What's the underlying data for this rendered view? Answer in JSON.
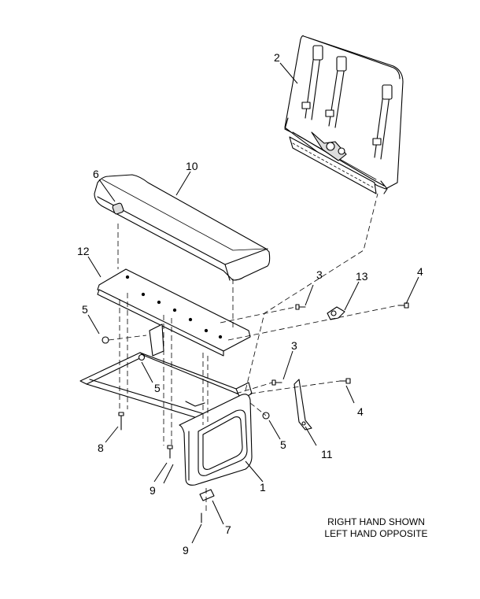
{
  "callouts": {
    "c1": "1",
    "c2": "2",
    "c3a": "3",
    "c3b": "3",
    "c4a": "4",
    "c4b": "4",
    "c5a": "5",
    "c5b": "5",
    "c5c": "5",
    "c6": "6",
    "c7": "7",
    "c8": "8",
    "c9a": "9",
    "c9b": "9",
    "c10": "10",
    "c11": "11",
    "c12": "12",
    "c13": "13"
  },
  "note": {
    "line1": "RIGHT HAND SHOWN",
    "line2": "LEFT HAND OPPOSITE"
  }
}
